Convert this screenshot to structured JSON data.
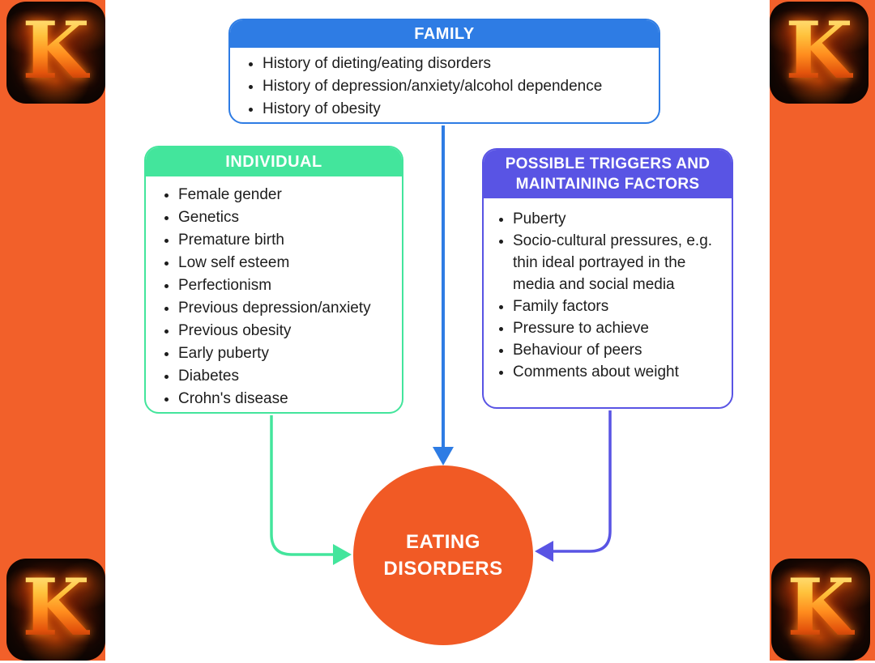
{
  "theme": {
    "orange_bar": "#f2602a",
    "circle_orange": "#f15a25",
    "blue": "#2e7ce4",
    "green": "#43e59c",
    "purple": "#5954e4",
    "text_dark": "#1d1d1d",
    "white": "#ffffff"
  },
  "logo": {
    "letter": "K",
    "style": "flaming-letter-on-black-rounded-square"
  },
  "diagram": {
    "boxes": [
      {
        "id": "family",
        "title": "FAMILY",
        "items": [
          "History of dieting/eating disorders",
          "History of depression/anxiety/alcohol dependence",
          "History of obesity"
        ]
      },
      {
        "id": "individual",
        "title": "INDIVIDUAL",
        "items": [
          "Female gender",
          "Genetics",
          "Premature birth",
          "Low self esteem",
          "Perfectionism",
          "Previous depression/anxiety",
          "Previous obesity",
          "Early puberty",
          "Diabetes",
          "Crohn's disease"
        ]
      },
      {
        "id": "triggers",
        "title": "POSSIBLE TRIGGERS AND MAINTAINING FACTORS",
        "items": [
          "Puberty",
          "Socio-cultural pressures, e.g. thin ideal portrayed in the media and social media",
          "Family factors",
          "Pressure to achieve",
          "Behaviour of peers",
          "Comments about weight"
        ]
      }
    ],
    "center": {
      "label": "EATING DISORDERS"
    }
  }
}
